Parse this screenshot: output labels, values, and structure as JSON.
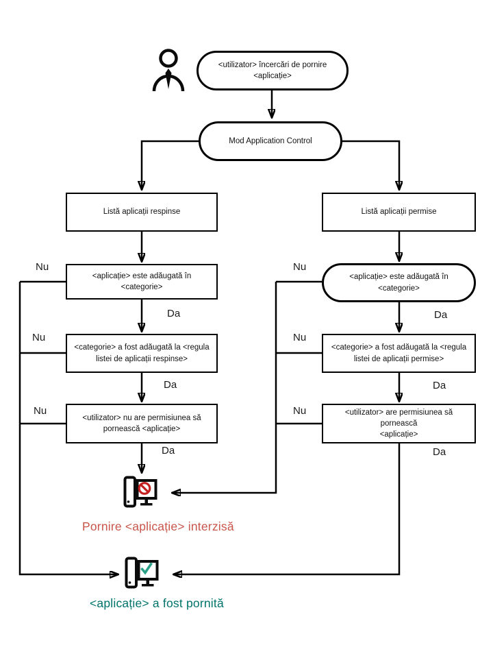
{
  "diagram": {
    "nodes": {
      "start": "<utilizator> încercări de pornire\n<aplicație>",
      "mode": "Mod Application Control",
      "denied_list": "Listă aplicații respinse",
      "allowed_list": "Listă aplicații permise",
      "denied_category": "<aplicație> este adăugată în <categorie>",
      "allowed_category": "<aplicație> este adăugată în <categorie>",
      "denied_rule": "<categorie> a fost adăugată la <regula\nlistei de aplicații respinse>",
      "allowed_rule": "<categorie> a fost adăugată la <regula\nlistei de aplicații permise>",
      "denied_permission": "<utilizator> nu are permisiunea să\npornească <aplicație>",
      "allowed_permission": "<utilizator> are permisiunea să pornească\n<aplicație>"
    },
    "labels": {
      "yes": "Da",
      "no": "Nu"
    },
    "results": {
      "blocked": "Pornire <aplicație> interzisă",
      "started": "<aplicație> a fost pornită"
    },
    "icons": {
      "actor": "user-icon",
      "blocked": "computer-blocked-icon",
      "started": "computer-started-icon",
      "blocked_badge": "prohibition-icon",
      "started_badge": "check-icon"
    },
    "colors": {
      "line": "#000000",
      "blocked-text": "#c9554b",
      "started-text": "#00736b",
      "prohibition": "#c3201f",
      "check": "#2aa187"
    }
  }
}
